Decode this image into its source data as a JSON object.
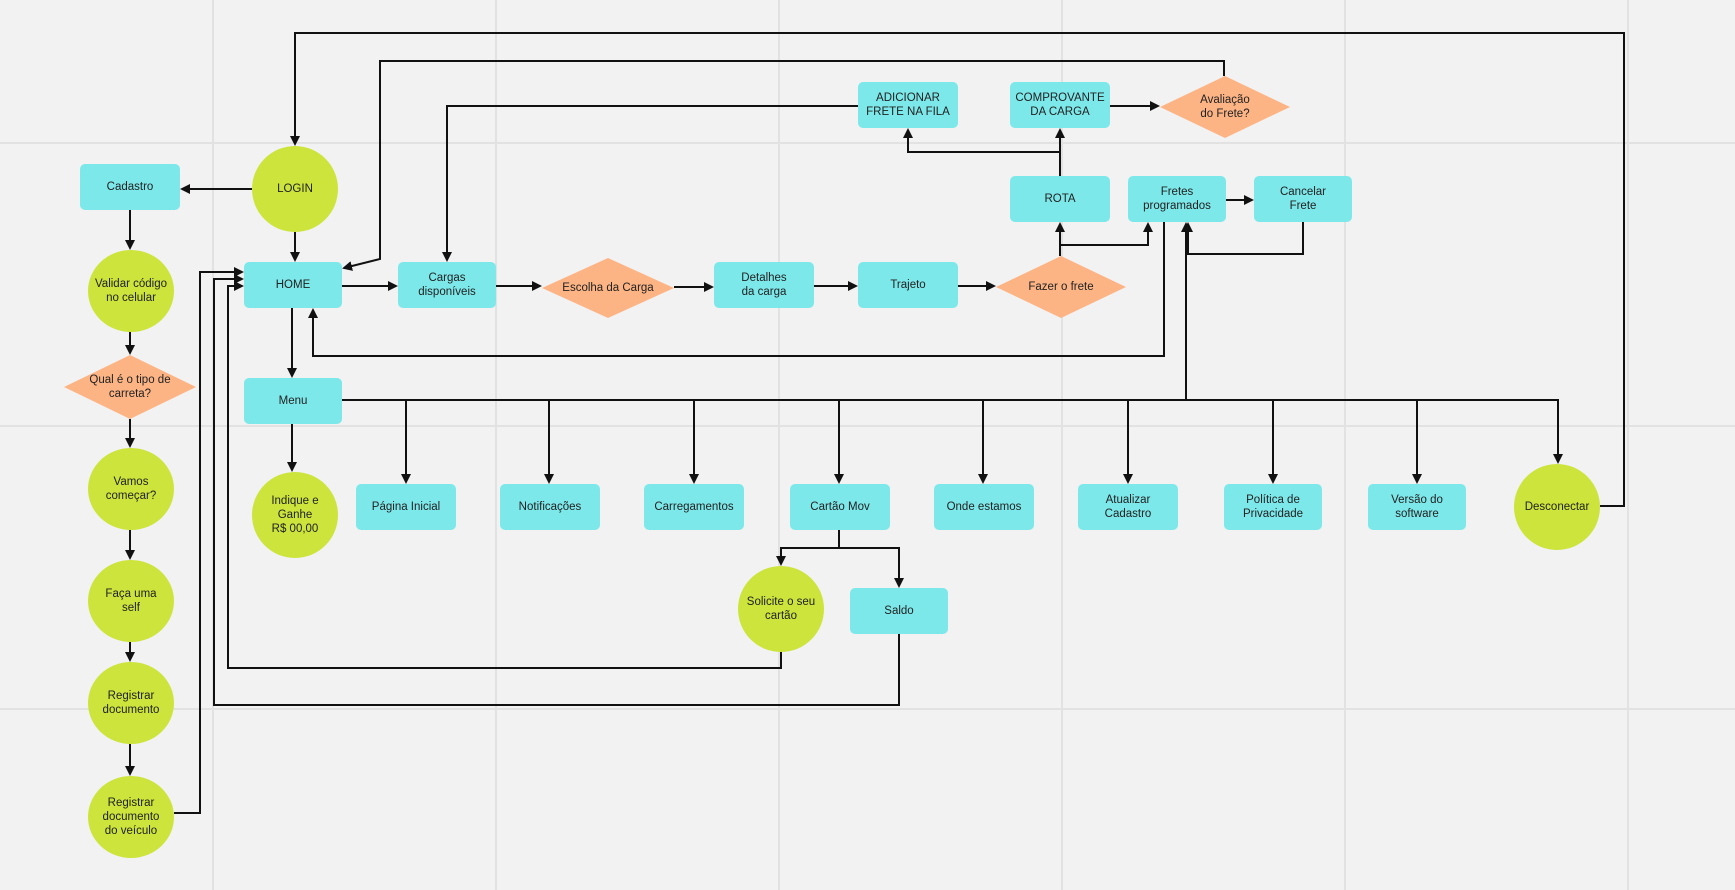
{
  "nodes": [
    {
      "id": "login",
      "label": "LOGIN",
      "shape": "circle"
    },
    {
      "id": "cadastro",
      "label": "Cadastro",
      "shape": "rect"
    },
    {
      "id": "validar",
      "label": "Validar código\nno celular",
      "shape": "circle"
    },
    {
      "id": "tipo-carreta",
      "label": "Qual é o tipo de\ncarreta?",
      "shape": "diamond"
    },
    {
      "id": "vamos",
      "label": "Vamos\ncomeçar?",
      "shape": "circle"
    },
    {
      "id": "self",
      "label": "Faça uma\nself",
      "shape": "circle"
    },
    {
      "id": "reg-doc",
      "label": "Registrar\ndocumento",
      "shape": "circle"
    },
    {
      "id": "reg-veiculo",
      "label": "Registrar\ndocumento\ndo veículo",
      "shape": "circle"
    },
    {
      "id": "home",
      "label": "HOME",
      "shape": "rect"
    },
    {
      "id": "cargas",
      "label": "Cargas\ndisponíveis",
      "shape": "rect"
    },
    {
      "id": "escolha",
      "label": "Escolha da Carga",
      "shape": "diamond"
    },
    {
      "id": "detalhes",
      "label": "Detalhes\nda carga",
      "shape": "rect"
    },
    {
      "id": "trajeto",
      "label": "Trajeto",
      "shape": "rect"
    },
    {
      "id": "fazer-frete",
      "label": "Fazer o frete",
      "shape": "diamond"
    },
    {
      "id": "rota",
      "label": "ROTA",
      "shape": "rect"
    },
    {
      "id": "fretes-prog",
      "label": "Fretes\nprogramados",
      "shape": "rect"
    },
    {
      "id": "cancelar",
      "label": "Cancelar\nFrete",
      "shape": "rect"
    },
    {
      "id": "adicionar",
      "label": "ADICIONAR\nFRETE NA FILA",
      "shape": "rect"
    },
    {
      "id": "comprovante",
      "label": "COMPROVANTE\nDA CARGA",
      "shape": "rect"
    },
    {
      "id": "avaliacao",
      "label": "Avaliação\ndo Frete?",
      "shape": "diamond"
    },
    {
      "id": "menu",
      "label": "Menu",
      "shape": "rect"
    },
    {
      "id": "indique",
      "label": "Indique e Ganhe\nR$ 00,00",
      "shape": "circle"
    },
    {
      "id": "pagina-inicial",
      "label": "Página Inicial",
      "shape": "rect"
    },
    {
      "id": "notificacoes",
      "label": "Notificações",
      "shape": "rect"
    },
    {
      "id": "carregamentos",
      "label": "Carregamentos",
      "shape": "rect"
    },
    {
      "id": "cartao-mov",
      "label": "Cartão Mov",
      "shape": "rect"
    },
    {
      "id": "onde-estamos",
      "label": "Onde estamos",
      "shape": "rect"
    },
    {
      "id": "atualizar",
      "label": "Atualizar\nCadastro",
      "shape": "rect"
    },
    {
      "id": "politica",
      "label": "Política de\nPrivacidade",
      "shape": "rect"
    },
    {
      "id": "versao",
      "label": "Versão do\nsoftware",
      "shape": "rect"
    },
    {
      "id": "desconectar",
      "label": "Desconectar",
      "shape": "circle"
    },
    {
      "id": "solicite",
      "label": "Solicite o seu\ncartão",
      "shape": "circle"
    },
    {
      "id": "saldo",
      "label": "Saldo",
      "shape": "rect"
    }
  ],
  "edges": [
    {
      "from": "login",
      "to": "cadastro"
    },
    {
      "from": "login",
      "to": "home"
    },
    {
      "from": "cadastro",
      "to": "validar"
    },
    {
      "from": "validar",
      "to": "tipo-carreta"
    },
    {
      "from": "tipo-carreta",
      "to": "vamos"
    },
    {
      "from": "vamos",
      "to": "self"
    },
    {
      "from": "self",
      "to": "reg-doc"
    },
    {
      "from": "reg-doc",
      "to": "reg-veiculo"
    },
    {
      "from": "reg-veiculo",
      "to": "home"
    },
    {
      "from": "home",
      "to": "cargas"
    },
    {
      "from": "home",
      "to": "menu"
    },
    {
      "from": "cargas",
      "to": "escolha"
    },
    {
      "from": "escolha",
      "to": "detalhes"
    },
    {
      "from": "detalhes",
      "to": "trajeto"
    },
    {
      "from": "trajeto",
      "to": "fazer-frete"
    },
    {
      "from": "fazer-frete",
      "to": "rota"
    },
    {
      "from": "fazer-frete",
      "to": "fretes-prog"
    },
    {
      "from": "rota",
      "to": "adicionar"
    },
    {
      "from": "rota",
      "to": "comprovante"
    },
    {
      "from": "adicionar",
      "to": "cargas"
    },
    {
      "from": "comprovante",
      "to": "avaliacao"
    },
    {
      "from": "avaliacao",
      "to": "home"
    },
    {
      "from": "fretes-prog",
      "to": "cancelar"
    },
    {
      "from": "fretes-prog",
      "to": "home"
    },
    {
      "from": "cancelar",
      "to": "fretes-prog"
    },
    {
      "from": "menu",
      "to": "indique"
    },
    {
      "from": "menu",
      "to": "pagina-inicial"
    },
    {
      "from": "menu",
      "to": "notificacoes"
    },
    {
      "from": "menu",
      "to": "carregamentos"
    },
    {
      "from": "menu",
      "to": "cartao-mov"
    },
    {
      "from": "menu",
      "to": "onde-estamos"
    },
    {
      "from": "menu",
      "to": "atualizar"
    },
    {
      "from": "menu",
      "to": "politica"
    },
    {
      "from": "menu",
      "to": "versao"
    },
    {
      "from": "menu",
      "to": "desconectar"
    },
    {
      "from": "menu",
      "to": "fretes-prog"
    },
    {
      "from": "desconectar",
      "to": "login"
    },
    {
      "from": "cartao-mov",
      "to": "solicite"
    },
    {
      "from": "cartao-mov",
      "to": "saldo"
    },
    {
      "from": "solicite",
      "to": "home"
    },
    {
      "from": "saldo",
      "to": "home"
    }
  ],
  "colors": {
    "rect": "#7de8ea",
    "circle": "#cde43c",
    "diamond": "#fdb485",
    "line": "#111111"
  }
}
